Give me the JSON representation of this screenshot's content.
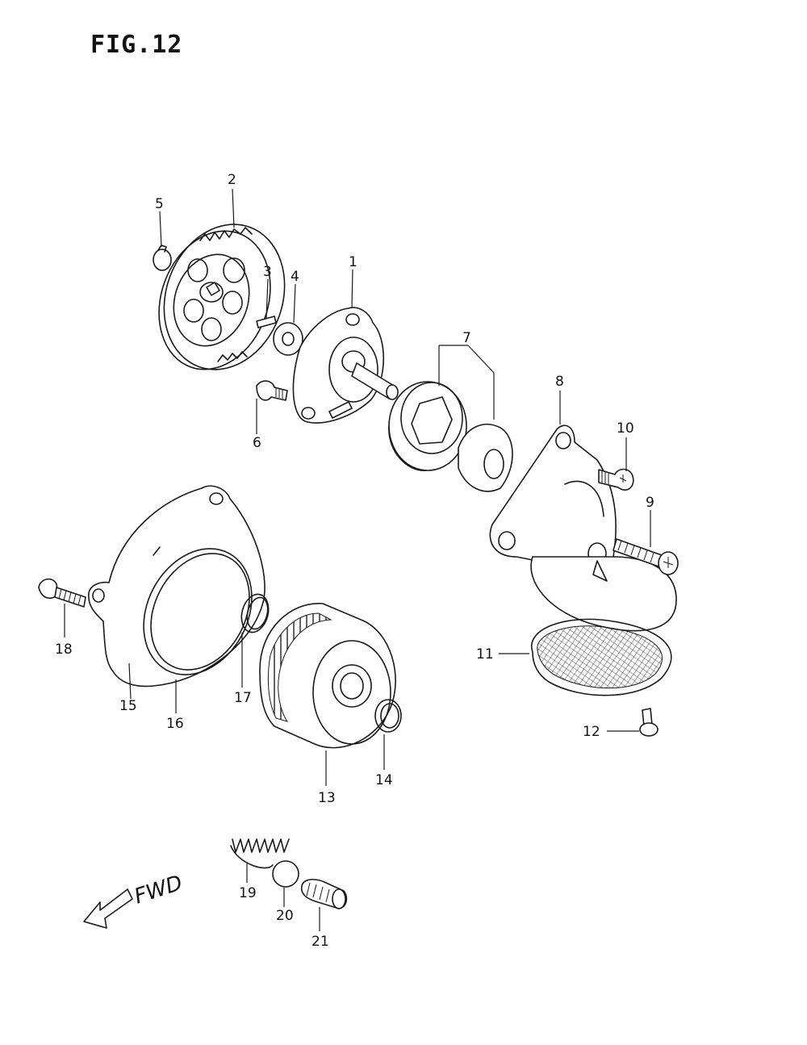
{
  "figure": {
    "title": "FIG.12"
  },
  "direction": {
    "label": "FWD"
  },
  "callouts": [
    "1",
    "2",
    "3",
    "4",
    "5",
    "6",
    "7",
    "8",
    "9",
    "10",
    "11",
    "12",
    "13",
    "14",
    "15",
    "16",
    "17",
    "18",
    "19",
    "20",
    "21"
  ]
}
